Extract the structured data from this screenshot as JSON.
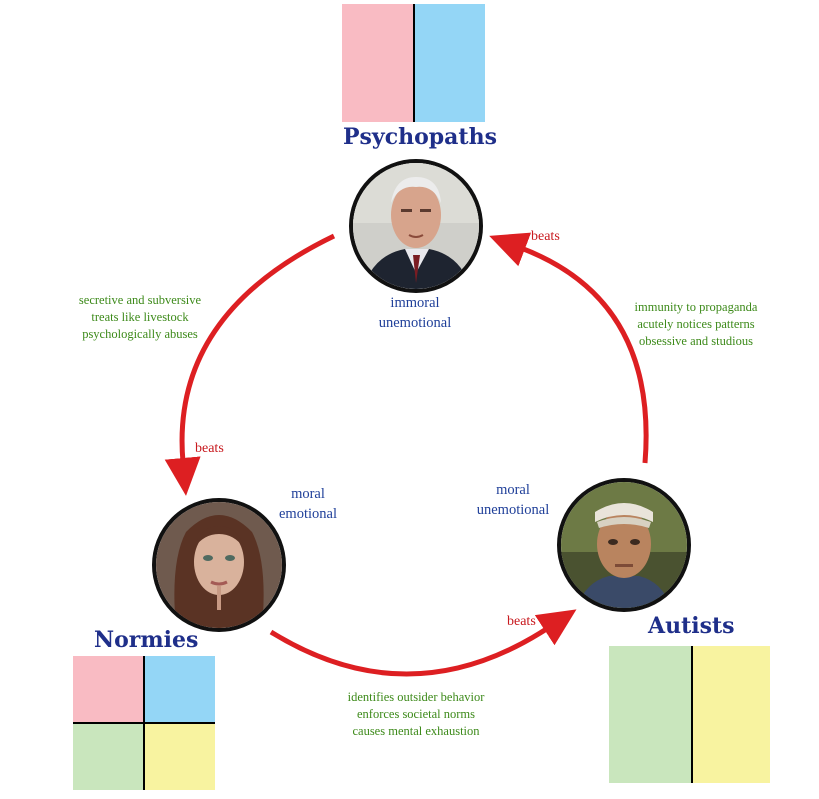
{
  "colors": {
    "pink": "#f9bbc3",
    "blue": "#94d6f6",
    "green": "#c9e6bd",
    "yellow": "#f8f3a0",
    "arrow": "#dd1f22",
    "title": "#1f2f8a",
    "trait": "#1f3f99",
    "note": "#3d8a1a"
  },
  "psychopaths": {
    "title": "Psychopaths",
    "trait_1": "immoral",
    "trait_2": "unemotional",
    "portrait": "elderly-man-portrait",
    "grid": [
      "pink",
      "blue"
    ]
  },
  "normies": {
    "title": "Normies",
    "trait_1": "moral",
    "trait_2": "emotional",
    "portrait": "young-woman-portrait",
    "grid": [
      "pink",
      "blue",
      "green",
      "yellow"
    ]
  },
  "autists": {
    "title": "Autists",
    "trait_1": "moral",
    "trait_2": "unemotional",
    "portrait": "man-with-headband-portrait",
    "grid": [
      "green",
      "yellow"
    ]
  },
  "edges": {
    "psychopaths_beat_normies": {
      "label": "beats",
      "reasons": [
        "secretive and subversive",
        "treats like livestock",
        "psychologically abuses"
      ]
    },
    "normies_beat_autists": {
      "label": "beats",
      "reasons": [
        "identifies outsider behavior",
        "enforces societal norms",
        "causes mental exhaustion"
      ]
    },
    "autists_beat_psychopaths": {
      "label": "beats",
      "reasons": [
        "immunity to propaganda",
        "acutely notices patterns",
        "obsessive and studious"
      ]
    }
  }
}
